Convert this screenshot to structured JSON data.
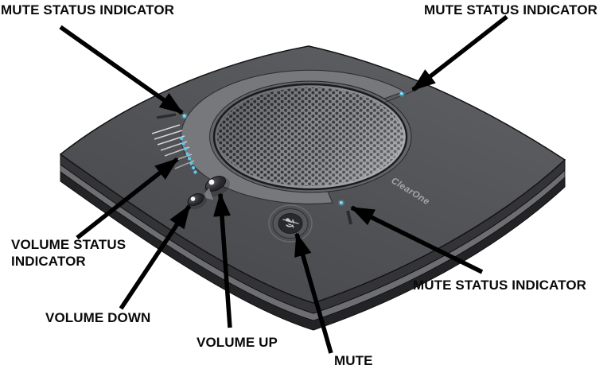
{
  "callouts": {
    "mute_status_top_left": "MUTE STATUS INDICATOR",
    "mute_status_top_right": "MUTE STATUS INDICATOR",
    "mute_status_bottom_right": "MUTE STATUS INDICATOR",
    "volume_status_line1": "VOLUME STATUS",
    "volume_status_line2": "INDICATOR",
    "volume_down": "VOLUME DOWN",
    "volume_up": "VOLUME UP",
    "mute": "MUTE"
  },
  "device": {
    "brand_logo": "ClearOne",
    "led_color": "#5FC9E9"
  },
  "icons": {
    "mute_button_glyph": "microphone-slash",
    "volume_button_glyph": "speaker",
    "status_led_glyph": "led-dot"
  }
}
